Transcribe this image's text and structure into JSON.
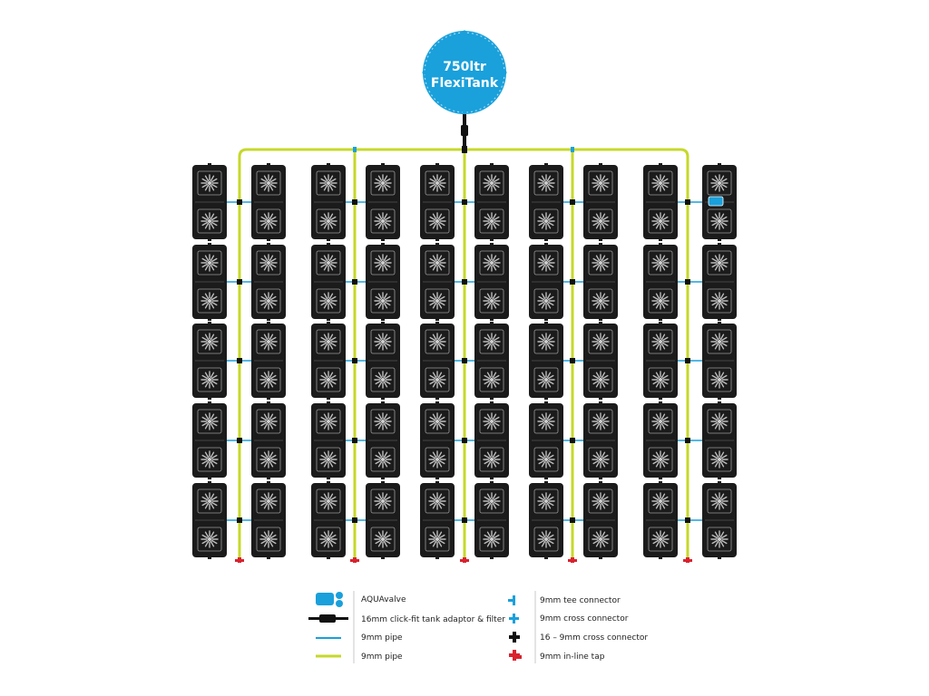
{
  "tank": {
    "line1": "750ltr",
    "line2": "FlexiTank"
  },
  "colors": {
    "tank_blue": "#1aa0db",
    "pipe_9mm_blue": "#1aa0db",
    "pipe_9mm_green": "#c6d82a",
    "pot_black": "#1b1b1b",
    "tap_red": "#d9232e"
  },
  "legend": {
    "aquavalve": "AQUAvalve",
    "tank_adaptor": "16mm click-fit tank adaptor & filter",
    "pipe_blue": "9mm pipe",
    "pipe_green": "9mm pipe",
    "tee": "9mm tee connector",
    "cross": "9mm cross connector",
    "cross_16_9": "16 – 9mm cross connector",
    "tap": "9mm in-line tap"
  },
  "icons": {
    "aquavalve": "aquavalve-icon",
    "tank_adaptor": "tank-adaptor-icon",
    "tee": "tee-connector-icon",
    "cross": "cross-connector-icon",
    "cross_16_9": "cross-16-9-connector-icon",
    "tap": "inline-tap-icon"
  }
}
